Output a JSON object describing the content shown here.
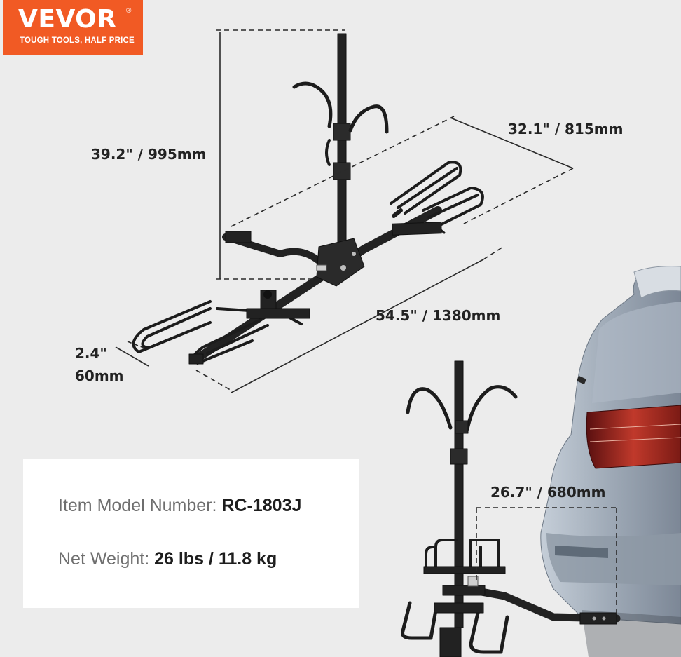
{
  "brand": {
    "name": "VEVOR",
    "registered": "®",
    "tagline": "TOUGH TOOLS, HALF PRICE",
    "color": "#f15a24"
  },
  "dimensions": {
    "height": "39.2\" / 995mm",
    "depth": "32.1\" / 815mm",
    "length": "54.5\" / 1380mm",
    "tube_line1": "2.4\"",
    "tube_line2": "60mm",
    "folded_width": "26.7\" / 680mm"
  },
  "specs": {
    "model_label": "Item Model Number:",
    "model_value": "RC-1803J",
    "weight_label": "Net Weight:",
    "weight_value": "26 lbs / 11.8 kg"
  },
  "product_images": [
    {
      "name": "unfolded-bike-rack",
      "color": "#1c1c1c"
    },
    {
      "name": "folded-bike-rack-on-car",
      "color": "#1c1c1c"
    },
    {
      "name": "car-rear",
      "color": "#9aa6b4"
    }
  ]
}
